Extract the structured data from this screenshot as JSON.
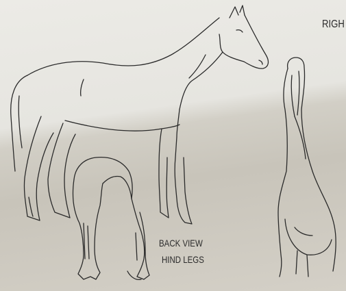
{
  "labels": {
    "right_view_partial": "RIGH",
    "back_view_line1": "BACK VIEW",
    "back_view_line2": "HIND LEGS"
  }
}
